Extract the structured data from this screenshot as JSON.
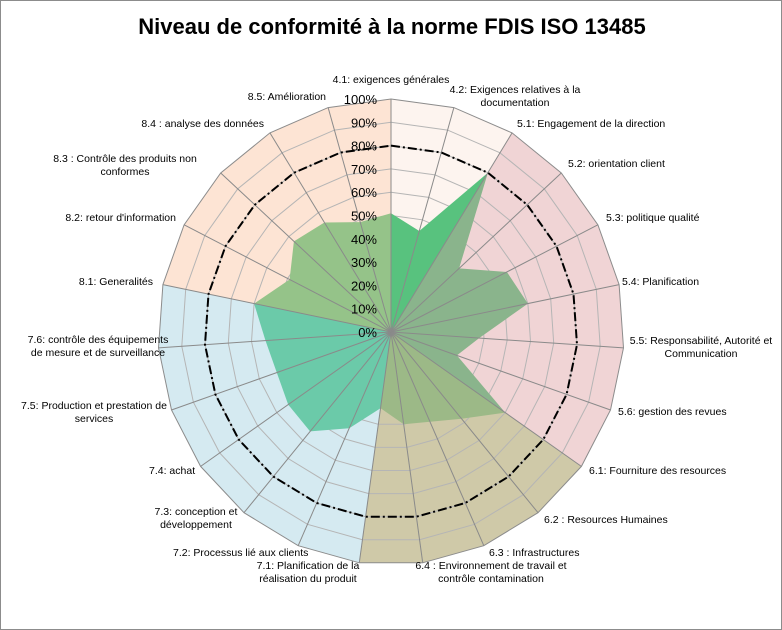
{
  "chart_data": {
    "type": "radar",
    "title": "Niveau de conformité à la norme FDIS ISO 13485",
    "categories": [
      [
        "4.1: exigences générales"
      ],
      [
        "4.2: Exigences relatives à la",
        "documentation"
      ],
      [
        "5.1: Engagement de la direction"
      ],
      [
        "5.2: orientation client"
      ],
      [
        "5.3: politique qualité"
      ],
      [
        "5.4: Planification"
      ],
      [
        "5.5: Responsabilité, Autorité et",
        "Communication"
      ],
      [
        "5.6: gestion des revues"
      ],
      [
        "6.1: Fourniture des resources"
      ],
      [
        "6.2 : Resources Humaines"
      ],
      [
        "6.3 : Infrastructures"
      ],
      [
        "6.4 : Environnement de travail et",
        "contrôle contamination"
      ],
      [
        "7.1: Planification de la",
        "réalisation du produit"
      ],
      [
        "7.2: Processus lié aux clients"
      ],
      [
        "7.3: conception et",
        "développement"
      ],
      [
        "7.4: achat"
      ],
      [
        "7.5: Production et prestation de",
        "services"
      ],
      [
        "7.6: contrôle des équipements",
        "de mesure et de surveillance"
      ],
      [
        "8.1: Generalités"
      ],
      [
        "8.2: retour d'information"
      ],
      [
        "8.3 : Contrôle des produits non",
        "conformes"
      ],
      [
        "8.4 : analyse des données"
      ],
      [
        "8.5: Amélioration"
      ]
    ],
    "values": [
      51,
      45,
      80,
      40,
      56,
      60,
      38,
      30,
      60,
      48,
      42,
      40,
      33,
      45,
      55,
      54,
      52,
      54,
      60,
      49,
      57,
      55,
      49
    ],
    "target": 80,
    "rlim": [
      0,
      100
    ],
    "ticks": [
      "0%",
      "10%",
      "20%",
      "30%",
      "40%",
      "50%",
      "60%",
      "70%",
      "80%",
      "90%",
      "100%"
    ],
    "grid": true,
    "groups": [
      {
        "chapter": "4",
        "start": 0,
        "end": 2,
        "bg": "#FDF4EF",
        "fill": "#58C27E"
      },
      {
        "chapter": "5",
        "start": 2,
        "end": 8,
        "bg": "#F0D4D5",
        "fill": "#8AB48C"
      },
      {
        "chapter": "6",
        "start": 8,
        "end": 12,
        "bg": "#CFC9A8",
        "fill": "#9CB987"
      },
      {
        "chapter": "7",
        "start": 12,
        "end": 18,
        "bg": "#D5EAF1",
        "fill": "#6BCAA9"
      },
      {
        "chapter": "8",
        "start": 18,
        "end": 23,
        "bg": "#FDE4D4",
        "fill": "#95C389"
      }
    ],
    "target_line_color": "#000000"
  }
}
